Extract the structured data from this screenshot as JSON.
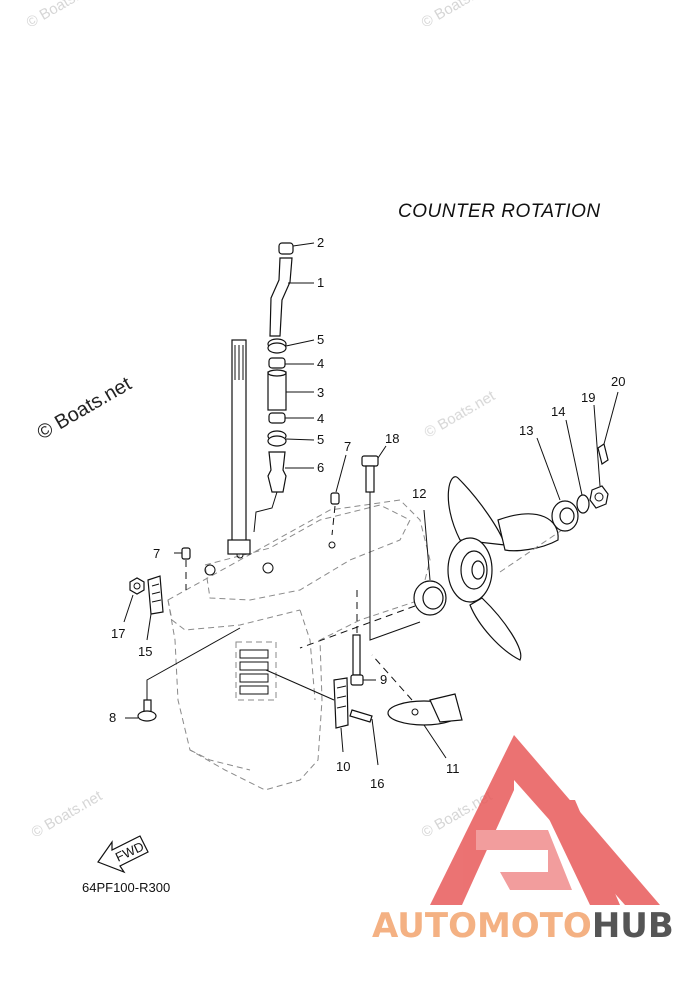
{
  "diagram": {
    "title": "COUNTER ROTATION",
    "code": "64PF100-R300",
    "fwd_label": "FWD",
    "watermark_text": "© Boats.net",
    "brand": {
      "part_a": "AUTOMOTO",
      "part_b": "HUB",
      "accent_color": "#e85a5a",
      "dark_color": "#555555"
    },
    "callouts": [
      "1",
      "2",
      "3",
      "4",
      "4",
      "5",
      "5",
      "6",
      "7",
      "7",
      "8",
      "9",
      "10",
      "11",
      "12",
      "13",
      "14",
      "15",
      "16",
      "17",
      "18",
      "19",
      "20"
    ]
  }
}
